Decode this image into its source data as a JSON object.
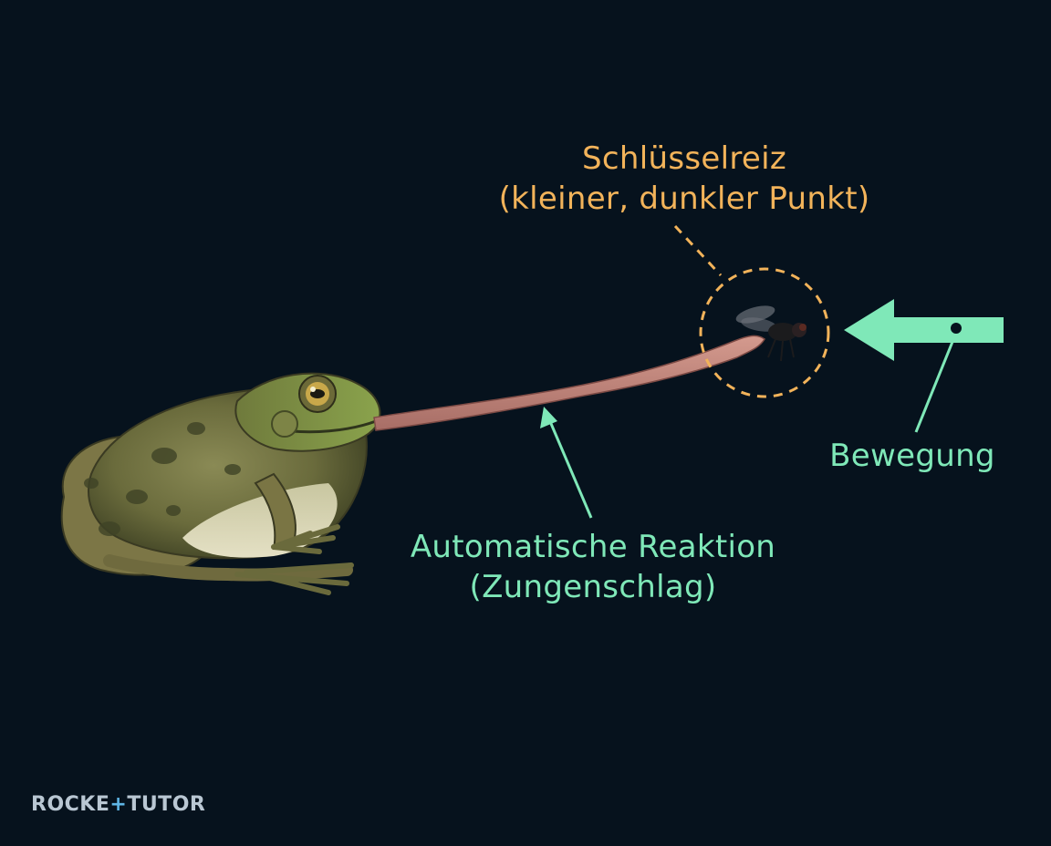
{
  "labels": {
    "stimulus_title": "Schlüsselreiz",
    "stimulus_subtitle": "(kleiner, dunkler Punkt)",
    "reaction_title": "Automatische Reaktion",
    "reaction_subtitle": "(Zungenschlag)",
    "movement": "Bewegung"
  },
  "brand": {
    "left": "ROCKE",
    "plus": "+",
    "right": "TUTOR"
  },
  "colors": {
    "background": "#06121d",
    "stimulus_accent": "#f2b35a",
    "reaction_accent": "#7fe8b8",
    "brand": "#b9c7d3",
    "brand_plus": "#5fb6e6"
  },
  "icons": [
    "frog-illustration",
    "fly-icon",
    "tongue-illustration",
    "movement-arrow-icon"
  ]
}
